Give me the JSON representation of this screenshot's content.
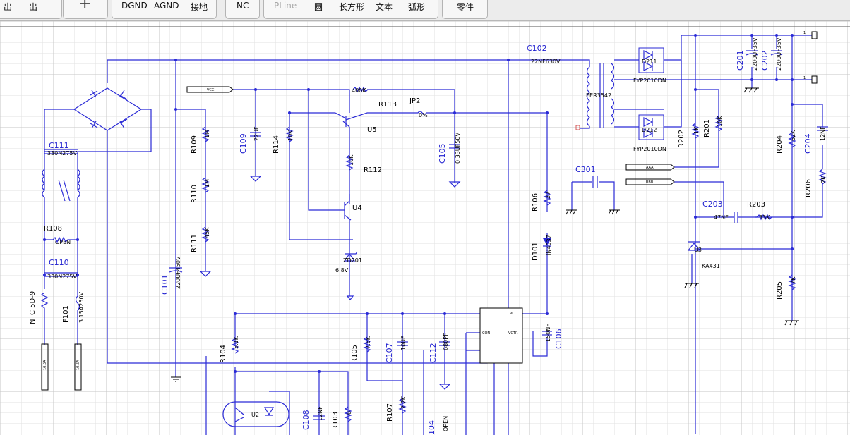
{
  "toolbar": {
    "g1": {
      "a": "出",
      "b": "出"
    },
    "g2": {
      "icon": "+"
    },
    "g3": {
      "dgnd": "DGND",
      "agnd": "AGND",
      "ground": "接地"
    },
    "g4": {
      "nc": "NC"
    },
    "g5": {
      "pline": "PLine",
      "circle": "圆",
      "rect": "长方形",
      "text": "文本",
      "arc": "弧形"
    },
    "g6": {
      "parts": "零件"
    }
  },
  "schematic": {
    "labels": {
      "C102": "C102",
      "C102v": "22NF630V",
      "T1": "EER3542",
      "D211": "D211",
      "D211v": "FYP2010DN",
      "D212": "D212",
      "D212v": "FYP2010DN",
      "C201": "C201",
      "C201v": "2200UF35V",
      "C202": "C202",
      "C202v": "2200UF35V",
      "R113": "R113",
      "R113v": "400K",
      "JP2": "JP2",
      "JP2v": "0%",
      "U5": "U5",
      "R112": "R112",
      "R112v": "10K",
      "U4": "U4",
      "ZD201": "ZD201",
      "ZD201v": "6.8V",
      "VCC": "VCC",
      "C105": "C105",
      "C105v": "0.33UF50V",
      "R114": "R114",
      "R114v": "10K",
      "C109": "C109",
      "C109v": "22UF",
      "R109": "R109",
      "R109v": "1M",
      "R110": "R110",
      "R110v": "1M",
      "R111": "R111",
      "R111v": "45K",
      "C101": "C101",
      "C101v": "220UF450V",
      "C111": "C111",
      "C111v": "330N275V",
      "R108": "R108",
      "R108v": "OPEN",
      "C110": "C110",
      "C110v": "330N275V",
      "NTC": "NTC 5D-9",
      "F101": "F101",
      "F101v": "3.15A250V",
      "C301": "C301",
      "AAA": "AAA",
      "BBB": "BBB",
      "R202": "R202",
      "R202v": "1K",
      "R201": "R201",
      "R201v": "10K",
      "C203": "C203",
      "C203v": "47NF",
      "R203": "R203",
      "R203v": "33K",
      "U3": "U3",
      "U3v": "KA431",
      "R204": "R204",
      "R204v": "62K",
      "C204": "C204",
      "C204v": "12NF",
      "R206": "R206",
      "R206v": "2K",
      "R205": "R205",
      "R205v": "7K",
      "R106": "R106",
      "R106v": "27",
      "D101": "D101",
      "D101v": "IN4937",
      "C106": "C106",
      "C106v": "150NF",
      "R104": "R104",
      "R104v": "5.1K",
      "R105": "R105",
      "R105v": "7.5K",
      "C107": "C107",
      "C107v": "10UF",
      "C112": "C112",
      "C112v": "680PF",
      "R107": "R107",
      "R107v": "2.2K",
      "C108": "C108",
      "C108v": "12NF",
      "R103": "R103",
      "R103v": "0",
      "U2": "U2",
      "C104": "104",
      "C104v": "OPEN",
      "IC_vcc": "VCC",
      "IC_vcs": "VCTR",
      "IC_con": "CON"
    }
  }
}
